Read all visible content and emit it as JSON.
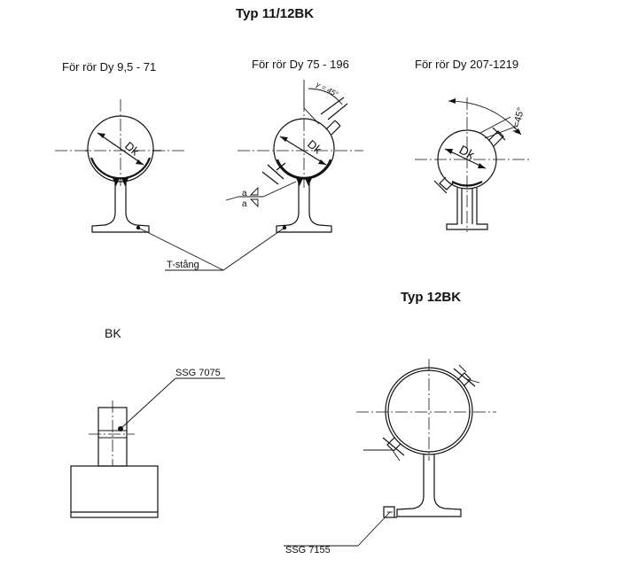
{
  "titles": {
    "top": "Typ 11/12BK",
    "bottom_right": "Typ 12BK",
    "bottom_left": "BK"
  },
  "views": {
    "small": {
      "caption": "För rör Dy 9,5 - 71",
      "dk": "Dk"
    },
    "medium": {
      "caption": "För rör Dy 75 - 196",
      "dk": "Dk",
      "angle": "γ = 45°",
      "weld_a1": "a",
      "weld_a2": "a"
    },
    "large": {
      "caption": "För rör Dy 207-1219",
      "dk": "Dk",
      "angle": "γ=45°"
    }
  },
  "callouts": {
    "t_bar": "T-stång",
    "ssg_7075": "SSG 7075",
    "ssg_7155": "SSG 7155"
  }
}
